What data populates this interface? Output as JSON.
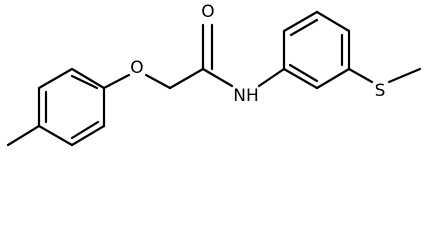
{
  "molecule": {
    "atoms": {
      "oxygen_ether": "O",
      "oxygen_carbonyl": "O",
      "nitrogen_amide": "NH",
      "sulfur_thioether": "S"
    }
  }
}
